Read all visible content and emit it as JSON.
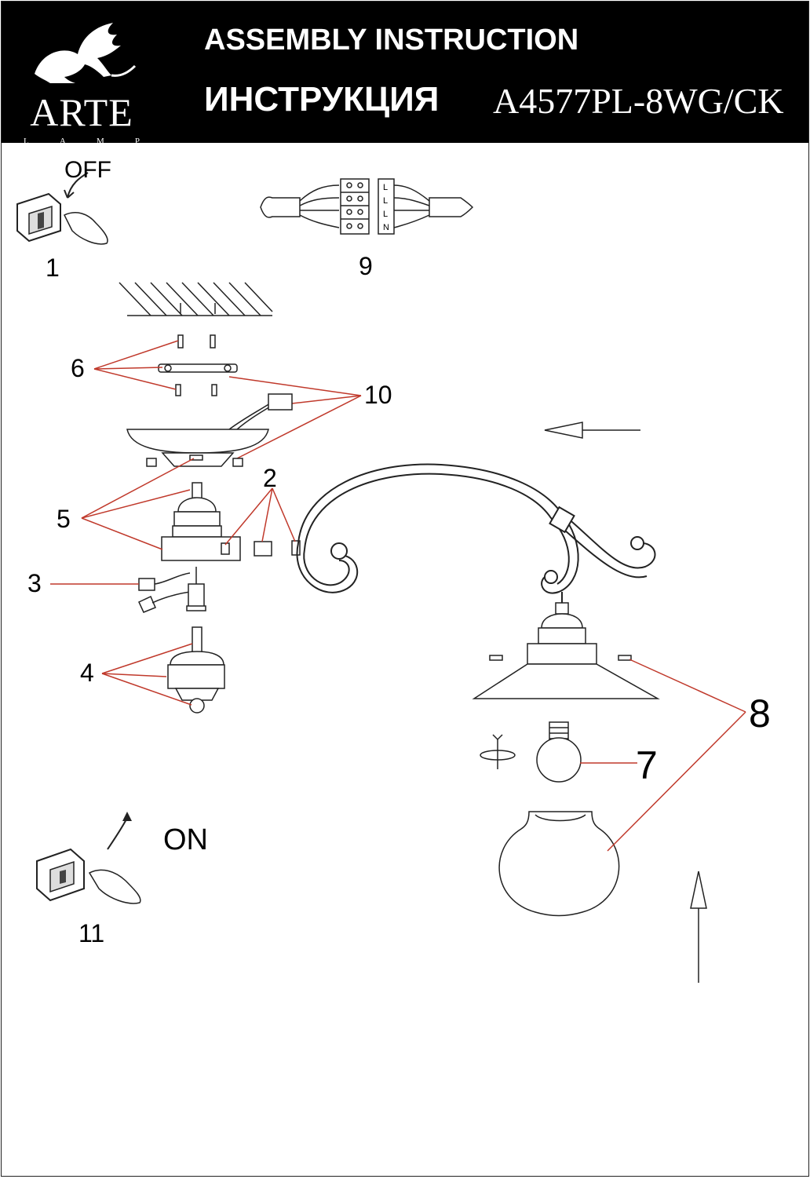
{
  "header": {
    "brand_name": "ARTE",
    "brand_sub": [
      "L",
      "A",
      "M",
      "P"
    ],
    "title_en": "ASSEMBLY INSTRUCTION",
    "title_ru": "ИНСТРУКЦИЯ",
    "model": "A4577PL-8WG/CK"
  },
  "labels": {
    "off": "OFF",
    "on": "ON",
    "step1": "1",
    "step2": "2",
    "step3": "3",
    "step4": "4",
    "step5": "5",
    "step6": "6",
    "step7": "7",
    "step8": "8",
    "step9": "9",
    "step10": "10",
    "step11": "11"
  },
  "terminal": {
    "right_marks": [
      "L",
      "L",
      "L",
      "N"
    ]
  },
  "colors": {
    "leader": "#c0392b",
    "line": "#222222",
    "header_bg": "#000000"
  }
}
